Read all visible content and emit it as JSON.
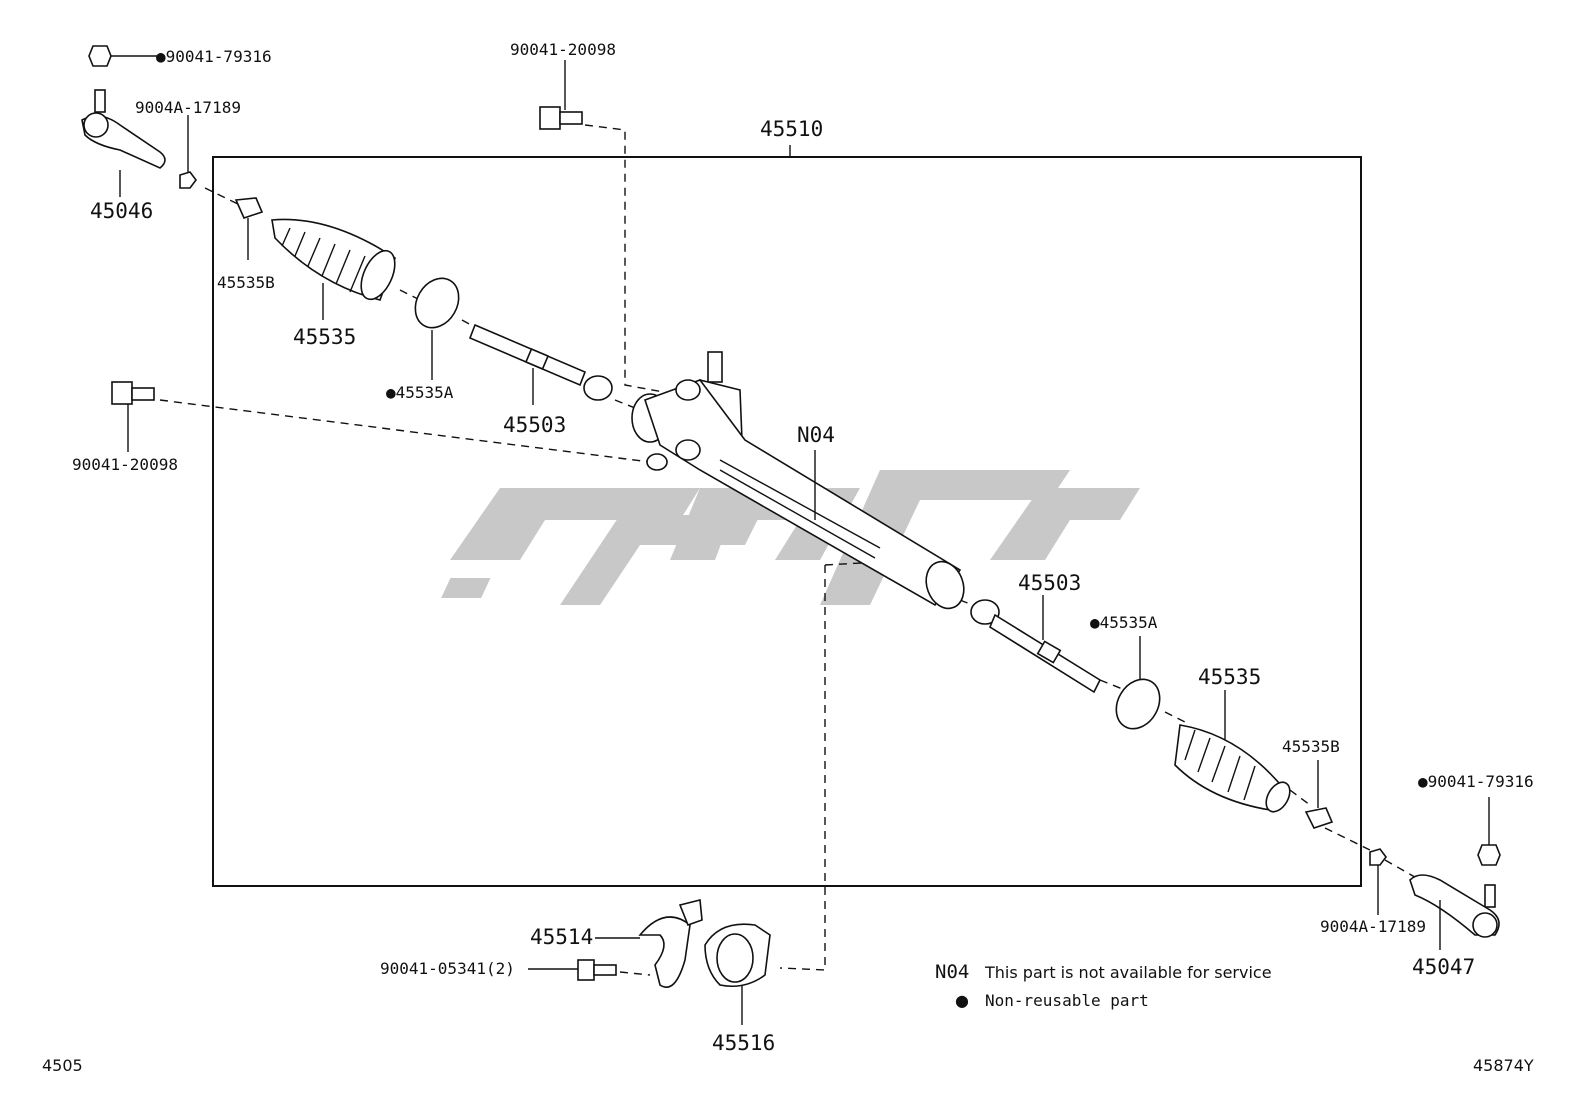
{
  "diagram": {
    "assembly_label": "45510",
    "callouts": {
      "tie_rod_end_left": "45046",
      "tie_rod_end_right": "45047",
      "nut_left": "●90041-79316",
      "nut_right": "●90041-79316",
      "lock_nut_left": "9004A-17189",
      "lock_nut_right": "9004A-17189",
      "clip_left": "45535B",
      "clip_right": "45535B",
      "boot_left": "45535",
      "boot_right": "45535",
      "clamp_left": "●45535A",
      "clamp_right": "●45535A",
      "rack_end_left": "45503",
      "rack_end_right": "45503",
      "bolt_top": "90041-20098",
      "bolt_left": "90041-20098",
      "gear_housing": "N04",
      "bracket": "45514",
      "bushing": "45516",
      "bracket_bolt": "90041-05341(2)"
    },
    "legend": {
      "n04_code": "N04",
      "n04_text": "This part is not available for service",
      "dot_symbol": "●",
      "dot_text": "Non-reusable part"
    },
    "footer": {
      "left_code": "4505",
      "right_code": "45874Y"
    }
  }
}
